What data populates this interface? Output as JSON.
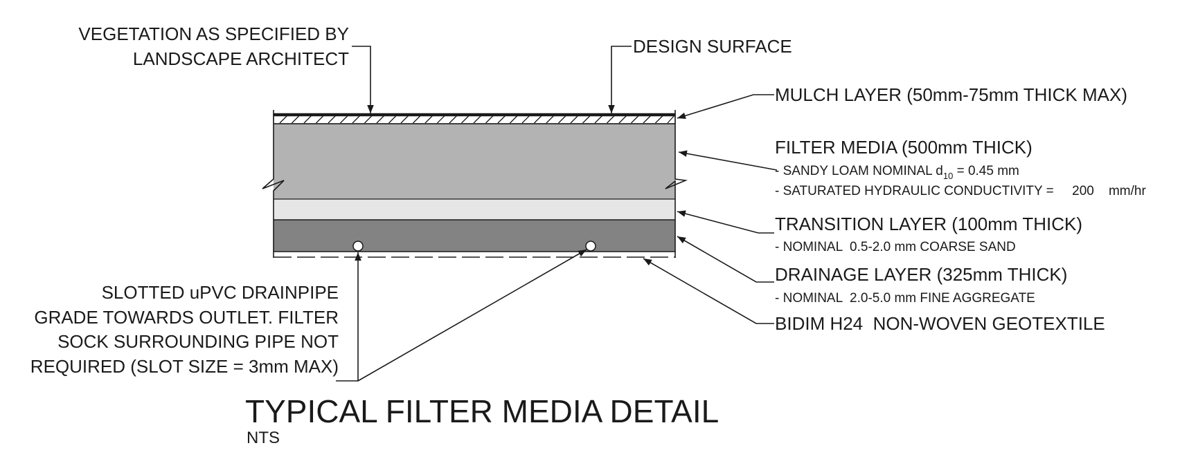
{
  "labels": {
    "vegetation_line1": "VEGETATION AS SPECIFIED BY",
    "vegetation_line2": "LANDSCAPE ARCHITECT",
    "design_surface": "DESIGN SURFACE",
    "mulch": "MULCH LAYER (50mm-75mm THICK MAX)",
    "filter_media": "FILTER MEDIA  (500mm THICK)",
    "filter_media_note1_prefix": "- SANDY LOAM NOMINAL d",
    "filter_media_note1_subscript": "10",
    "filter_media_note1_suffix": " =  0.45  mm",
    "filter_media_note2": "- SATURATED HYDRAULIC CONDUCTIVITY =     200    mm/hr",
    "transition": "TRANSITION LAYER  (100mm THICK)",
    "transition_note": "- NOMINAL  0.5-2.0 mm COARSE SAND",
    "drainage": "DRAINAGE LAYER  (325mm THICK)",
    "drainage_note": "- NOMINAL  2.0-5.0 mm FINE AGGREGATE",
    "geotextile": "BIDIM H24  NON-WOVEN GEOTEXTILE",
    "drainpipe_line1": "SLOTTED uPVC DRAINPIPE",
    "drainpipe_line2": "GRADE TOWARDS OUTLET. FILTER",
    "drainpipe_line3": "SOCK SURROUNDING PIPE NOT",
    "drainpipe_line4": "REQUIRED (SLOT SIZE = 3mm MAX)"
  },
  "title": {
    "main": "TYPICAL FILTER MEDIA DETAIL",
    "scale": "NTS"
  },
  "colors": {
    "filter_media": "#b3b3b3",
    "transition_layer": "#e6e6e6",
    "drainage_layer": "#838383",
    "ink": "#1a1a1a",
    "background": "#ffffff"
  }
}
